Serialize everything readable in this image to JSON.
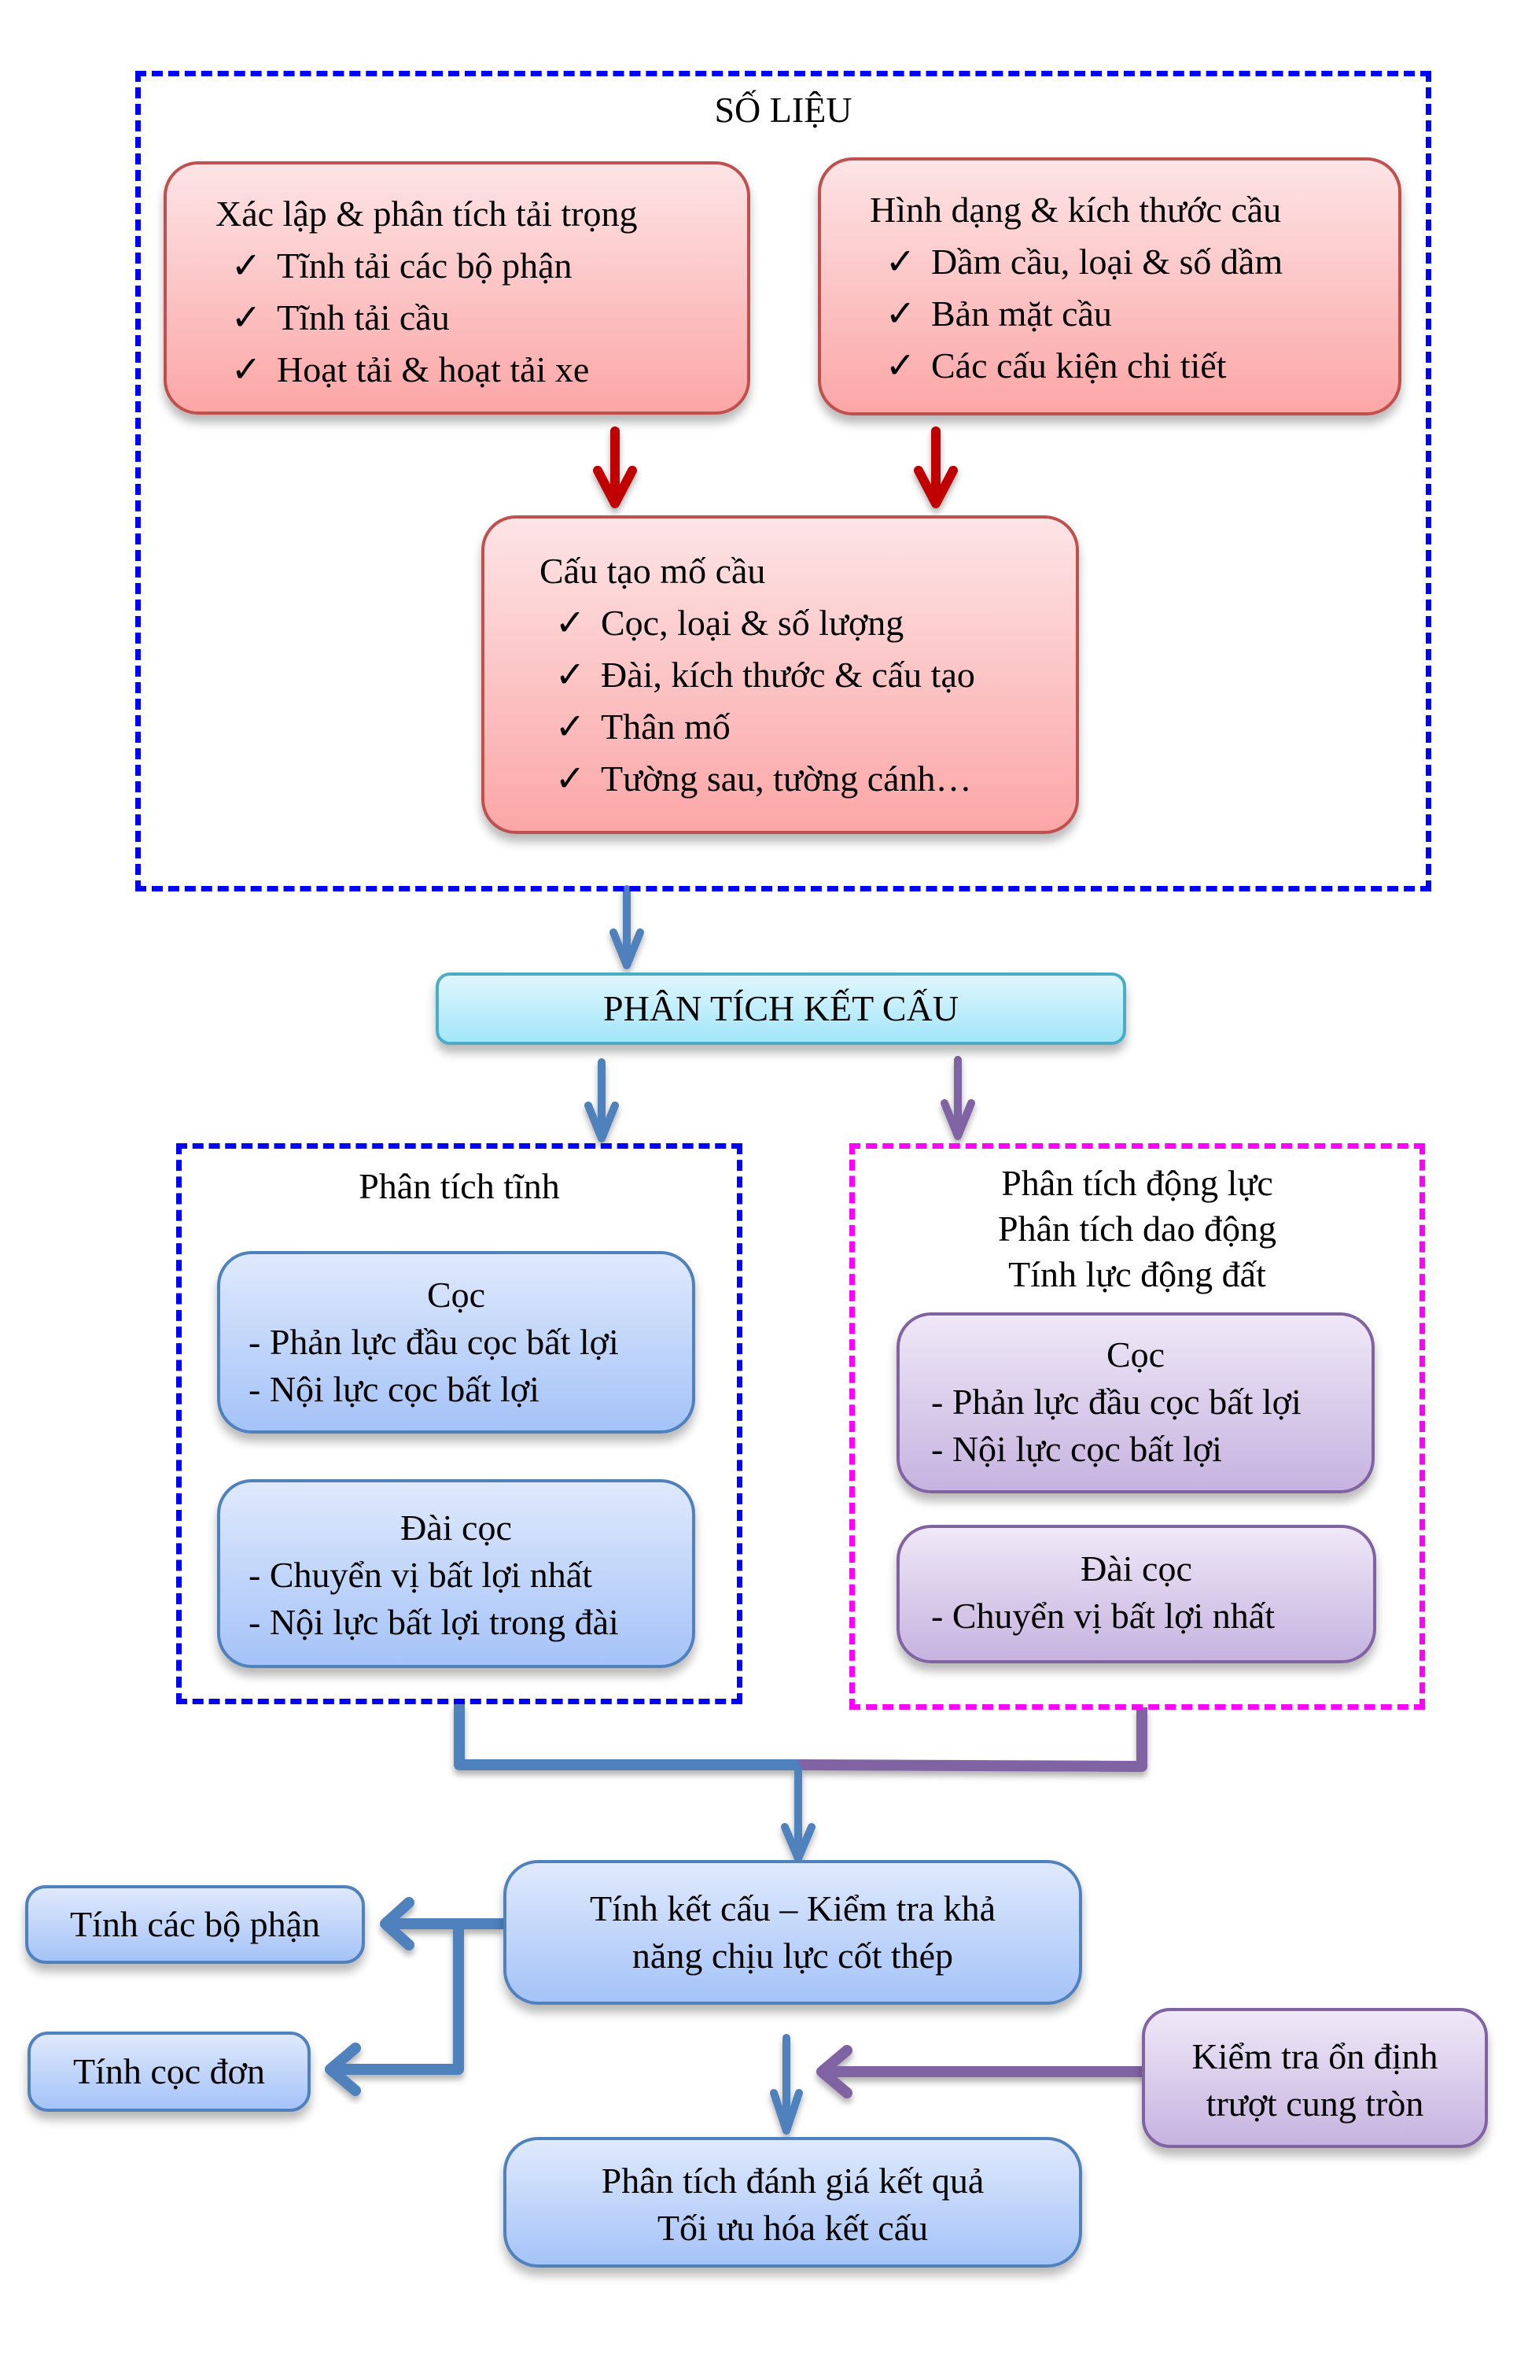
{
  "colors": {
    "group_border_blue": "#0000ff",
    "group_border_magenta": "#ff00ff",
    "red_node_border": "#c0504d",
    "blue_node_border": "#4f81bd",
    "purple_node_border": "#8064a2",
    "cyan_node_border": "#4bacc6",
    "arrow_red": "#c00000",
    "arrow_blue": "#4f81bd",
    "arrow_purple": "#8064a2"
  },
  "input_group": {
    "title": "SỐ LIỆU",
    "load_box": {
      "title": "Xác lập & phân tích tải trọng",
      "items": [
        "Tĩnh tải các bộ phận",
        "Tĩnh tải cầu",
        "Hoạt tải & hoạt tải xe"
      ]
    },
    "geometry_box": {
      "title": "Hình dạng & kích thước cầu",
      "items": [
        "Dầm cầu, loại & số dầm",
        "Bản mặt cầu",
        "Các cấu kiện chi tiết"
      ]
    },
    "abutment_box": {
      "title": "Cấu tạo mố cầu",
      "items": [
        "Cọc, loại & số lượng",
        "Đài, kích thước & cấu tạo",
        "Thân mố",
        "Tường sau, tường cánh…"
      ]
    },
    "check_glyph": "✓"
  },
  "analysis_box": {
    "label": "PHÂN TÍCH KẾT CẤU"
  },
  "static_group": {
    "title": "Phân tích tĩnh",
    "pile_box": {
      "title": "Cọc",
      "lines": [
        "- Phản lực đầu cọc bất lợi",
        "- Nội lực cọc bất lợi"
      ]
    },
    "cap_box": {
      "title": "Đài cọc",
      "lines": [
        "- Chuyển vị bất lợi nhất",
        "- Nội lực bất lợi trong đài"
      ]
    }
  },
  "dynamic_group": {
    "title_lines": [
      "Phân tích động lực",
      "Phân tích dao động",
      "Tính lực động đất"
    ],
    "pile_box": {
      "title": "Cọc",
      "lines": [
        "- Phản lực đầu cọc bất lợi",
        "- Nội lực cọc bất lợi"
      ]
    },
    "cap_box": {
      "title": "Đài cọc",
      "lines": [
        "- Chuyển vị bất lợi nhất"
      ]
    }
  },
  "design_box": {
    "lines": [
      "Tính kết cấu – Kiểm tra khả",
      "năng chịu lực cốt thép"
    ]
  },
  "components_box": {
    "label": "Tính các bộ phận"
  },
  "single_pile_box": {
    "label": "Tính cọc đơn"
  },
  "stability_box": {
    "lines": [
      "Kiểm tra ổn định",
      "trượt cung tròn"
    ]
  },
  "result_box": {
    "lines": [
      "Phân tích đánh giá kết quả",
      "Tối ưu hóa kết cấu"
    ]
  }
}
